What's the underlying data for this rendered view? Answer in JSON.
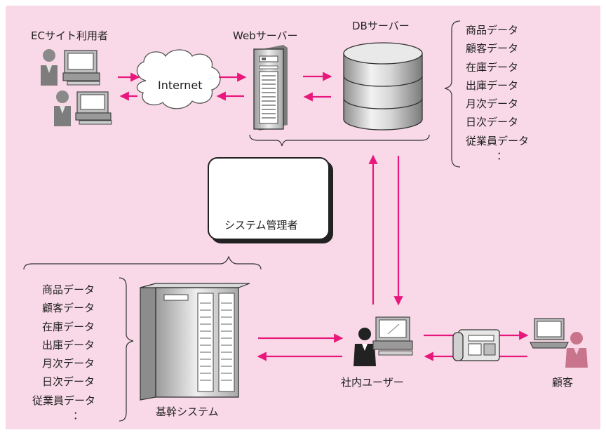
{
  "labels": {
    "ec_users": "ECサイト利用者",
    "web_server": "Webサーバー",
    "db_server": "DBサーバー",
    "internet": "Internet",
    "system_admin": "システム管理者",
    "core_system": "基幹システム",
    "internal_user": "社内ユーザー",
    "customer": "顧客"
  },
  "data_list_right": [
    "商品データ",
    "顧客データ",
    "在庫データ",
    "出庫データ",
    "月次データ",
    "日次データ",
    "従業員データ",
    "："
  ],
  "data_list_left": [
    "商品データ",
    "顧客データ",
    "在庫データ",
    "出庫データ",
    "月次データ",
    "日次データ",
    "従業員データ",
    "："
  ],
  "colors": {
    "background": "#f9d9e7",
    "arrow": "#e8177c",
    "admin_accent": "#b5135b",
    "customer_accent": "#c8748c",
    "equipment_gray": "#888888"
  },
  "icons": [
    "person-icon",
    "computer-icon",
    "cloud-icon",
    "server-rack-icon",
    "database-icon",
    "fax-phone-icon",
    "laptop-icon",
    "mainframe-icon"
  ]
}
